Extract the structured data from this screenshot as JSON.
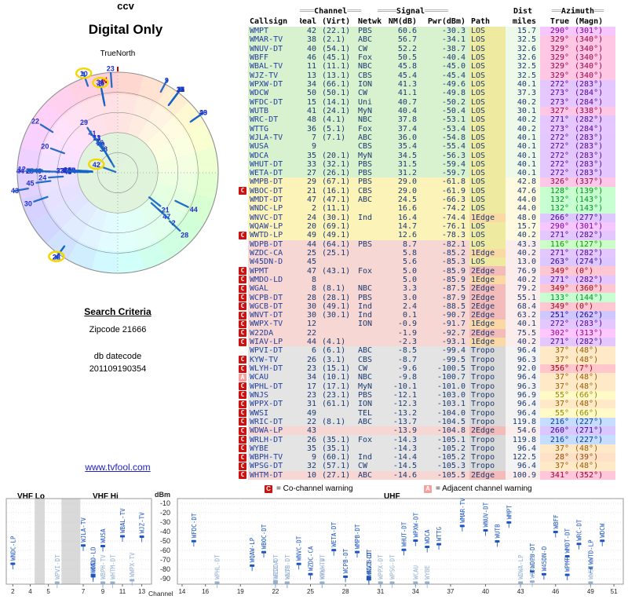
{
  "app": {
    "title": "ccv",
    "subtitle": "Digital Only",
    "north_label": "TrueNorth",
    "north_mark": "N"
  },
  "search": {
    "heading": "Search Criteria",
    "zipcode": "Zipcode 21666",
    "datecode_label": "db datecode",
    "datecode_value": "201109190354"
  },
  "link": {
    "text": "www.tvfool.com"
  },
  "legend": {
    "co_icon": "C",
    "co_text": "= Co-channel warning",
    "adj_icon": "A",
    "adj_text": "= Adjacent channel warning"
  },
  "table": {
    "groups": [
      {
        "pre": "═══",
        "label": "Channel",
        "post": "═══"
      },
      {
        "pre": "════",
        "label": "Signal",
        "post": "═════"
      },
      {
        "pre": "",
        "label": "Dist",
        "post": ""
      },
      {
        "pre": "══",
        "label": "Azimuth",
        "post": "══"
      }
    ],
    "columns": [
      "Callsign",
      "Real",
      "(Virt)",
      "Netwk",
      "NM(dB)",
      "Pwr(dBm)",
      "Path",
      "miles",
      "True",
      "(Magn)"
    ]
  },
  "chart_data": {
    "type": "composite",
    "description": "TV signal analysis: radar plot (angle=true azimuth, radius=weaker NM outward), station table, and VHF/UHF spectrum charts (x=real channel, y=power dBm).",
    "station_fields": [
      "callsign",
      "real_ch",
      "virtual",
      "network",
      "nm_db",
      "pwr_dbm",
      "path",
      "miles",
      "azimuth_true_deg",
      "azimuth_magn_deg",
      "warning",
      "highlight"
    ],
    "stations": [
      [
        "WMPT",
        42,
        "(22.1)",
        "PBS",
        60.6,
        -30.3,
        "LOS",
        15.7,
        290,
        301,
        "",
        1
      ],
      [
        "WMAR-TV",
        38,
        "(2.1)",
        "ABC",
        56.7,
        -34.1,
        "LOS",
        32.5,
        329,
        340,
        "",
        0
      ],
      [
        "WNUV-DT",
        40,
        "(54.1)",
        "CW",
        52.2,
        -38.7,
        "LOS",
        32.6,
        329,
        340,
        "",
        0
      ],
      [
        "WBFF",
        46,
        "(45.1)",
        "Fox",
        50.5,
        -40.4,
        "LOS",
        32.6,
        329,
        340,
        "",
        0
      ],
      [
        "WBAL-TV",
        11,
        "(11.1)",
        "NBC",
        45.8,
        -45.0,
        "LOS",
        32.5,
        329,
        340,
        "",
        0
      ],
      [
        "WJZ-TV",
        13,
        "(13.1)",
        "CBS",
        45.4,
        -45.4,
        "LOS",
        32.5,
        329,
        340,
        "",
        0
      ],
      [
        "WPXW-DT",
        34,
        "(66.1)",
        "ION",
        41.3,
        -49.6,
        "LOS",
        40.1,
        272,
        283,
        "",
        0
      ],
      [
        "WDCW",
        50,
        "(50.1)",
        "CW",
        41.1,
        -49.8,
        "LOS",
        37.3,
        273,
        284,
        "",
        0
      ],
      [
        "WFDC-DT",
        15,
        "(14.1)",
        "Uni",
        40.7,
        -50.2,
        "LOS",
        40.2,
        273,
        284,
        "",
        0
      ],
      [
        "WUTB",
        41,
        "(24.1)",
        "MyN",
        40.4,
        -50.4,
        "LOS",
        30.1,
        327,
        338,
        "",
        0
      ],
      [
        "WRC-DT",
        48,
        "(4.1)",
        "NBC",
        37.8,
        -53.1,
        "LOS",
        40.2,
        271,
        282,
        "",
        0
      ],
      [
        "WTTG",
        36,
        "(5.1)",
        "Fox",
        37.4,
        -53.4,
        "LOS",
        40.2,
        273,
        284,
        "",
        0
      ],
      [
        "WJLA-TV",
        7,
        "(7.1)",
        "ABC",
        36.0,
        -54.8,
        "LOS",
        40.1,
        272,
        283,
        "",
        0
      ],
      [
        "WUSA",
        9,
        "",
        "CBS",
        35.4,
        -55.4,
        "LOS",
        40.1,
        272,
        283,
        "",
        0
      ],
      [
        "WDCA",
        35,
        "(20.1)",
        "MyN",
        34.5,
        -56.3,
        "LOS",
        40.1,
        272,
        283,
        "",
        0
      ],
      [
        "WHUT-DT",
        33,
        "(32.1)",
        "PBS",
        31.5,
        -59.4,
        "LOS",
        40.1,
        272,
        283,
        "",
        0
      ],
      [
        "WETA-DT",
        27,
        "(26.1)",
        "PBS",
        31.2,
        -59.7,
        "LOS",
        40.1,
        272,
        283,
        "",
        0
      ],
      [
        "WMPB-DT",
        29,
        "(67.1)",
        "PBS",
        29.0,
        -61.8,
        "LOS",
        42.8,
        326,
        337,
        "",
        0
      ],
      [
        "WBOC-DT",
        21,
        "(16.1)",
        "CBS",
        29.0,
        -61.9,
        "LOS",
        47.6,
        128,
        139,
        "C",
        0
      ],
      [
        "WMDT-DT",
        47,
        "(47.1)",
        "ABC",
        24.5,
        -66.3,
        "LOS",
        44.0,
        132,
        143,
        "",
        0
      ],
      [
        "WNDC-LP",
        2,
        "(11.1)",
        "",
        16.6,
        -74.2,
        "LOS",
        44.0,
        132,
        143,
        "",
        0
      ],
      [
        "WNVC-DT",
        24,
        "(30.1)",
        "Ind",
        16.4,
        -74.4,
        "1Edge",
        48.0,
        266,
        277,
        "",
        0
      ],
      [
        "WQAW-LP",
        20,
        "(69.1)",
        "",
        14.7,
        -76.1,
        "LOS",
        15.7,
        290,
        301,
        "",
        0
      ],
      [
        "WWTD-LP",
        49,
        "(49.1)",
        "",
        12.6,
        -78.3,
        "LOS",
        40.2,
        271,
        282,
        "C",
        0
      ],
      [
        "WDPB-DT",
        44,
        "(64.1)",
        "PBS",
        8.7,
        -82.1,
        "LOS",
        43.3,
        116,
        127,
        "",
        0
      ],
      [
        "WZDC-CA",
        25,
        "(25.1)",
        "",
        5.8,
        -85.2,
        "1Edge",
        40.2,
        271,
        282,
        "",
        0
      ],
      [
        "W45DN-D",
        45,
        "",
        "",
        5.6,
        -85.3,
        "LOS",
        13.0,
        263,
        274,
        "",
        0
      ],
      [
        "WPMT",
        47,
        "(43.1)",
        "Fox",
        5.0,
        -85.9,
        "2Edge",
        76.9,
        349,
        0,
        "C",
        0
      ],
      [
        "WMDO-LD",
        8,
        "",
        "",
        5.0,
        -85.9,
        "1Edge",
        40.2,
        271,
        282,
        "C",
        0
      ],
      [
        "WGAL",
        8,
        "(8.1)",
        "NBC",
        3.3,
        -87.5,
        "2Edge",
        79.2,
        349,
        360,
        "C",
        1
      ],
      [
        "WCPB-DT",
        28,
        "(28.1)",
        "PBS",
        3.0,
        -87.9,
        "2Edge",
        55.1,
        133,
        144,
        "C",
        0
      ],
      [
        "WGCB-DT",
        30,
        "(49.1)",
        "Ind",
        2.4,
        -88.5,
        "2Edge",
        68.4,
        349,
        0,
        "C",
        0
      ],
      [
        "WNVT-DT",
        30,
        "(30.1)",
        "Ind",
        0.1,
        -90.7,
        "2Edge",
        63.2,
        251,
        262,
        "C",
        0
      ],
      [
        "WWPX-TV",
        12,
        "",
        "ION",
        -0.9,
        -91.7,
        "1Edge",
        40.1,
        272,
        283,
        "C",
        0
      ],
      [
        "W22DA",
        22,
        "",
        "",
        -1.9,
        -92.7,
        "2Edge",
        75.5,
        302,
        313,
        "C",
        0
      ],
      [
        "WIAV-LP",
        44,
        "(4.1)",
        "",
        -2.3,
        -93.1,
        "1Edge",
        40.2,
        271,
        282,
        "C",
        0
      ],
      [
        "WPVI-DT",
        6,
        "(6.1)",
        "ABC",
        -8.5,
        -99.4,
        "Tropo",
        96.4,
        37,
        48,
        "",
        0
      ],
      [
        "KYW-TV",
        26,
        "(3.1)",
        "CBS",
        -8.7,
        -99.5,
        "Tropo",
        96.3,
        37,
        48,
        "C",
        0
      ],
      [
        "WLYH-DT",
        23,
        "(15.1)",
        "CW",
        -9.6,
        -100.5,
        "Tropo",
        92.0,
        356,
        7,
        "C",
        0
      ],
      [
        "WCAU",
        34,
        "(10.1)",
        "NBC",
        -9.8,
        -100.7,
        "Tropo",
        96.4,
        37,
        48,
        "A",
        0
      ],
      [
        "WPHL-DT",
        17,
        "(17.1)",
        "MyN",
        -10.1,
        -101.0,
        "Tropo",
        96.3,
        37,
        48,
        "C",
        0
      ],
      [
        "WNJS",
        23,
        "(23.1)",
        "PBS",
        -12.1,
        -103.0,
        "Tropo",
        96.9,
        55,
        66,
        "C",
        0
      ],
      [
        "WPPX-DT",
        31,
        "(61.1)",
        "ION",
        -12.3,
        -103.1,
        "Tropo",
        96.4,
        37,
        48,
        "C",
        0
      ],
      [
        "WWSI",
        49,
        "",
        "TEL",
        -13.2,
        -104.0,
        "Tropo",
        96.4,
        55,
        66,
        "C",
        0
      ],
      [
        "WRIC-DT",
        22,
        "(8.1)",
        "ABC",
        -13.7,
        -104.5,
        "Tropo",
        119.8,
        216,
        227,
        "C",
        1
      ],
      [
        "WDWA-LP",
        43,
        "",
        "",
        -13.9,
        -104.8,
        "2Edge",
        54.6,
        260,
        271,
        "C",
        0
      ],
      [
        "WRLH-DT",
        26,
        "(35.1)",
        "Fox",
        -14.3,
        -105.1,
        "Tropo",
        119.8,
        216,
        227,
        "C",
        1
      ],
      [
        "WYBE",
        35,
        "(35.1)",
        "",
        -14.3,
        -105.2,
        "Tropo",
        96.4,
        37,
        48,
        "C",
        0
      ],
      [
        "WBPH-TV",
        9,
        "(60.1)",
        "Ind",
        -14.4,
        -105.2,
        "Tropo",
        122.5,
        28,
        39,
        "C",
        0
      ],
      [
        "WPSG-DT",
        32,
        "(57.1)",
        "CW",
        -14.5,
        -105.3,
        "Tropo",
        96.4,
        37,
        48,
        "C",
        0
      ],
      [
        "WHTM-DT",
        10,
        "(27.1)",
        "ABC",
        -14.6,
        -105.5,
        "2Edge",
        100.9,
        341,
        352,
        "C",
        1
      ]
    ],
    "radar": {
      "angle_field": "azimuth_true_deg",
      "radius_field": "nm_db",
      "radius_range": [
        60.6,
        -15
      ]
    },
    "spectrum": {
      "vhf": {
        "title_lo": "VHF Lo",
        "title_hi": "VHF Hi",
        "x_ticks": [
          2,
          4,
          5,
          7,
          9,
          11,
          13
        ]
      },
      "uhf": {
        "title": "UHF",
        "x_ticks": [
          14,
          16,
          19,
          22,
          25,
          28,
          31,
          34,
          37,
          40,
          43,
          46,
          49,
          51
        ]
      },
      "y_label": "dBm",
      "y_ticks": [
        -10,
        -20,
        -30,
        -40,
        -50,
        -60,
        -70,
        -80,
        -90
      ],
      "x_label": "Channel"
    }
  },
  "colors": {
    "row_green": "#d8f2cf",
    "row_yellow": "#fbf3b8",
    "row_pink": "#f7d7d4",
    "row_gray": "#e4e4e4",
    "path_los": "#eeeaa0",
    "path_1edge": "#fbd9a4",
    "path_2edge": "#f3bcba",
    "path_tropo": "#d9d9d9",
    "warn_co": "#cc1111",
    "warn_adj": "#f2a0a0",
    "marker_strong": "#1d55c0",
    "marker_weak": "#93afd2",
    "table_text": "#1b3a70",
    "callsign_text": "#233f9a",
    "radar_line": "#1565c5",
    "radar_label": "#2030c8",
    "halo": "#f2d800",
    "north": "#cc0000",
    "link": "#2222cc"
  }
}
